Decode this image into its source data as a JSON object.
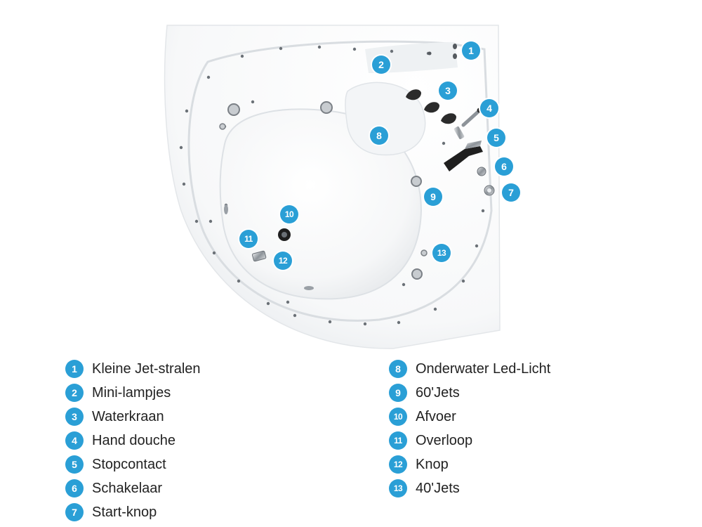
{
  "colors": {
    "marker": "#2a9fd6",
    "tub": "#ffffff",
    "rim_shadow": "#e6e9ec",
    "fixture_dark": "#2b2b2b",
    "fixture_chrome": "#9aa0a6"
  },
  "markers": [
    {
      "id": "1",
      "label": "1"
    },
    {
      "id": "2",
      "label": "2"
    },
    {
      "id": "3",
      "label": "3"
    },
    {
      "id": "4",
      "label": "4"
    },
    {
      "id": "5",
      "label": "5"
    },
    {
      "id": "6",
      "label": "6"
    },
    {
      "id": "7",
      "label": "7"
    },
    {
      "id": "8",
      "label": "8"
    },
    {
      "id": "9",
      "label": "9"
    },
    {
      "id": "10",
      "label": "10"
    },
    {
      "id": "11",
      "label": "11"
    },
    {
      "id": "12",
      "label": "12"
    },
    {
      "id": "13",
      "label": "13"
    }
  ],
  "legend": {
    "left": [
      {
        "num": "1",
        "text": "Kleine Jet-stralen"
      },
      {
        "num": "2",
        "text": "Mini-lampjes"
      },
      {
        "num": "3",
        "text": "Waterkraan"
      },
      {
        "num": "4",
        "text": "Hand douche"
      },
      {
        "num": "5",
        "text": "Stopcontact"
      },
      {
        "num": "6",
        "text": "Schakelaar"
      },
      {
        "num": "7",
        "text": "Start-knop"
      }
    ],
    "right": [
      {
        "num": "8",
        "text": "Onderwater Led-Licht"
      },
      {
        "num": "9",
        "text": "60'Jets"
      },
      {
        "num": "10",
        "text": "Afvoer"
      },
      {
        "num": "11",
        "text": "Overloop"
      },
      {
        "num": "12",
        "text": "Knop"
      },
      {
        "num": "13",
        "text": "40'Jets"
      }
    ]
  }
}
